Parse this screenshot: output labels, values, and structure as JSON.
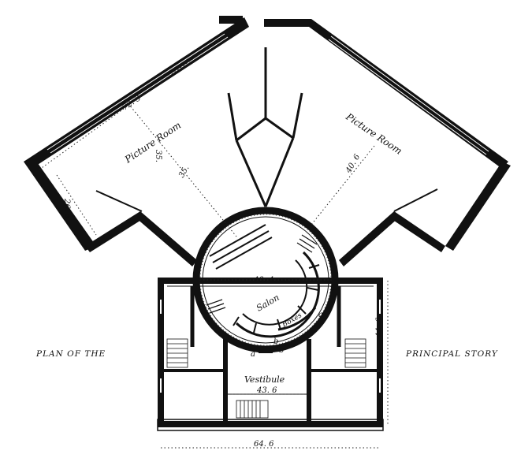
{
  "caption": {
    "left": "PLAN OF THE",
    "right": "PRINCIPAL STORY"
  },
  "rooms": {
    "picture_room_left": "Picture Room",
    "picture_room_right": "Picture Room",
    "salon": "Salon",
    "boxes": "Boxes",
    "vestibule": "Vestibule"
  },
  "dimensions": {
    "left_room_long": "72. 3",
    "left_room_short": "26. 4",
    "left_room_width": "35.",
    "left_room_mid": "35.",
    "right_room_width": "40. 6",
    "salon_diameter": "40. 4",
    "vestibule_width": "43. 6",
    "building_depth": "44. 6",
    "building_width": "64. 6"
  },
  "markers": {
    "a1": "a",
    "a2": "a",
    "b1": "b",
    "b2": "b"
  }
}
